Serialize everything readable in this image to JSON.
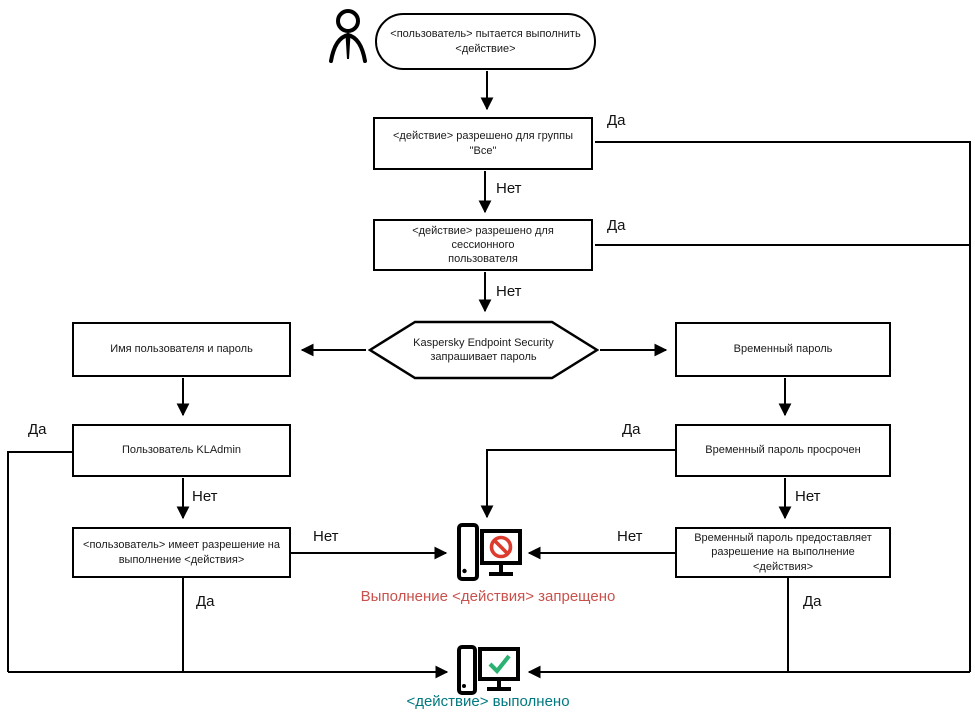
{
  "colors": {
    "denied_text": "#c9514c",
    "denied_sign": "#dd3b2e",
    "done_check": "#2bb273",
    "done_text": "#00787f",
    "line": "#000000"
  },
  "icons": {
    "person": "user-silhouette-outline",
    "denied": "devices-with-prohibition-sign",
    "done": "devices-with-green-check"
  },
  "nodes": {
    "start": {
      "lines": [
        "<пользователь> пытается выполнить",
        "<действие>"
      ]
    },
    "allowed_all": {
      "lines": [
        "<действие> разрешено для группы \"Все\""
      ]
    },
    "allowed_session": {
      "lines": [
        "<действие> разрешено для сессионного",
        "пользователя"
      ]
    },
    "kes_prompt": {
      "lines": [
        "Kaspersky Endpoint Security",
        "запрашивает пароль"
      ]
    },
    "credentials": {
      "lines": [
        "Имя пользователя и пароль"
      ]
    },
    "temp_password": {
      "lines": [
        "Временный пароль"
      ]
    },
    "kladmin": {
      "lines": [
        "Пользователь KLAdmin"
      ]
    },
    "temp_expired": {
      "lines": [
        "Временный пароль просрочен"
      ]
    },
    "user_permission": {
      "lines": [
        "<пользователь> имеет разрешение на",
        "выполнение <действия>"
      ]
    },
    "temp_grants": {
      "lines": [
        "Временный пароль предоставляет",
        "разрешение на выполнение <действия>"
      ]
    },
    "denied": {
      "lines": [
        "Выполнение <действия>",
        "запрещено"
      ]
    },
    "done": {
      "lines": [
        "<действие> выполнено"
      ]
    }
  },
  "edges": {
    "all_yes": "Да",
    "all_no": "Нет",
    "session_yes": "Да",
    "session_no": "Нет",
    "kladmin_yes": "Да",
    "kladmin_no": "Нет",
    "expired_yes": "Да",
    "expired_no": "Нет",
    "userperm_no": "Нет",
    "userperm_yes": "Да",
    "tempperm_no": "Нет",
    "tempperm_yes": "Да"
  }
}
